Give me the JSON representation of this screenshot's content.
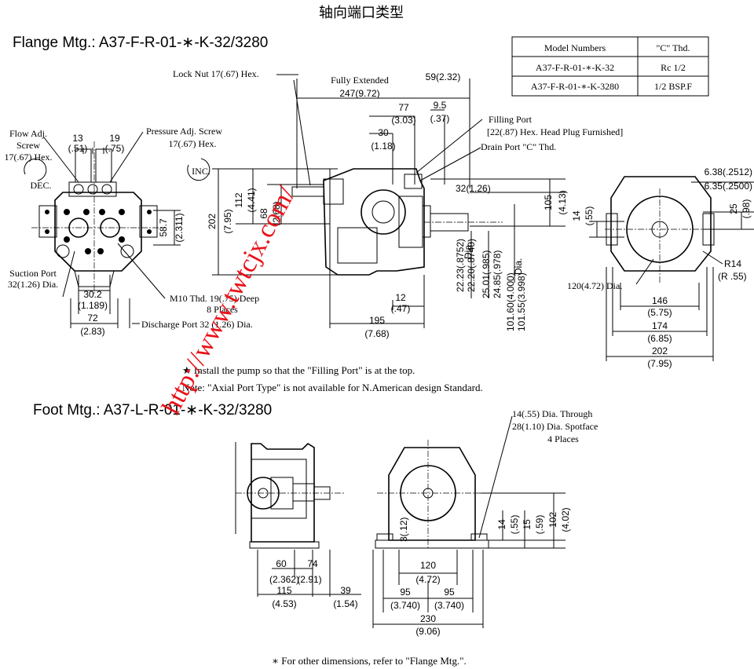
{
  "title": "轴向端口类型",
  "flange": {
    "heading": "Flange Mtg.:  A37-F-R-01-∗-K-32/3280",
    "labels": {
      "lock_nut": "Lock Nut 17(.67) Hex.",
      "fully_extended": "Fully Extended",
      "flow_adj": "Flow Adj.",
      "screw": "Screw",
      "flow_hex": "17(.67) Hex.",
      "dec": "DEC.",
      "pressure_adj": "Pressure Adj. Screw",
      "pressure_hex": "17(.67) Hex.",
      "inc": "INC.",
      "filling_port": "Filling Port",
      "hex_plug": "[22(.87) Hex. Head Plug Furnished]",
      "drain_port": "Drain Port \"C\" Thd.",
      "suction_port": "Suction Port",
      "suction_dia": "32(1.26) Dia.",
      "m10_thd": "M10 Thd. 19(.75) Deep",
      "eight_places": "8 Places",
      "discharge_port": "Discharge Port 32 (1.26) Dia.",
      "r14": "R14",
      "r14_in": "(R .55)",
      "dia_120": "120(4.72) Dia."
    },
    "dims": {
      "d59": "59(2.32)",
      "d247": "247(9.72)",
      "d77": "77",
      "d77in": "(3.03)",
      "d95": "9.5",
      "d95in": "(.37)",
      "d30": "30",
      "d30in": "(1.18)",
      "d13": "13",
      "d13in": "(.51)",
      "d19": "19",
      "d19in": "(.75)",
      "d202v": "202",
      "d202vin": "(7.95)",
      "d112": "112",
      "d112in": "(4.41)",
      "d68": "68",
      "d68in": "(2.68)",
      "d587": "58.7",
      "d587in": "(2.311)",
      "d302": "30.2",
      "d302in": "(1.189)",
      "d72": "72",
      "d72in": "(2.83)",
      "d32": "32(1.26)",
      "d105": "105",
      "d105in": "(4.13)",
      "d12": "12",
      "d12in": "(.47)",
      "d195": "195",
      "d195in": "(7.68)",
      "shaft1": "22.23(.8752)",
      "shaft2": "22.20(.8740)",
      "shaft_dia": "Dia.",
      "key1": "25.01(.985)",
      "key2": "24.85(.978)",
      "pilot1": "101.60(4.000)",
      "pilot2": "101.55(3.998)",
      "pilot_dia": "Dia.",
      "k1": "6.38(.2512)",
      "k2": "6.35(.2500)",
      "d14": "14",
      "d14in": "(.55)",
      "d25": "25",
      "d25in": "(.98)",
      "d146": "146",
      "d146in": "(5.75)",
      "d174": "174",
      "d174in": "(6.85)",
      "d202": "202",
      "d202in": "(7.95)"
    },
    "table": {
      "headers": [
        "Model Numbers",
        "\"C\" Thd."
      ],
      "rows": [
        [
          "A37-F-R-01-∗-K-32",
          "Rc 1/2"
        ],
        [
          "A37-F-R-01-∗-K-3280",
          "1/2 BSP.F"
        ]
      ]
    },
    "note_install": "★ Install the pump so that the \"Filling Port\" is at the top.",
    "note_axial": "Note: \"Axial Port Type\" is not available for N.American design Standard."
  },
  "foot": {
    "heading": "Foot Mtg.:  A37-L-R-01-∗-K-32/3280",
    "labels": {
      "through": "14(.55) Dia. Through",
      "spotface": "28(1.10) Dia. Spotface",
      "four_places": "4 Places"
    },
    "dims": {
      "d60": "60",
      "d60in": "(2.362)",
      "d74": "74",
      "d74in": "(2.91)",
      "d115": "115",
      "d115in": "(4.53)",
      "d39": "39",
      "d39in": "(1.54)",
      "d3": "3(.12)",
      "d120": "120",
      "d120in": "(4.72)",
      "d95a": "95",
      "d95ain": "(3.740)",
      "d95b": "95",
      "d95bin": "(3.740)",
      "d230": "230",
      "d230in": "(9.06)",
      "d14": "14",
      "d14in": "(.55)",
      "d15": "15",
      "d15in": "(.59)",
      "d102": "102",
      "d102in": "(4.02)"
    },
    "footnote": "∗ For other dimensions, refer to \"Flange Mtg.\"."
  },
  "watermark": "http://www.twtcjx.com/",
  "colors": {
    "line": "#000000",
    "watermark": "#e8131a"
  }
}
